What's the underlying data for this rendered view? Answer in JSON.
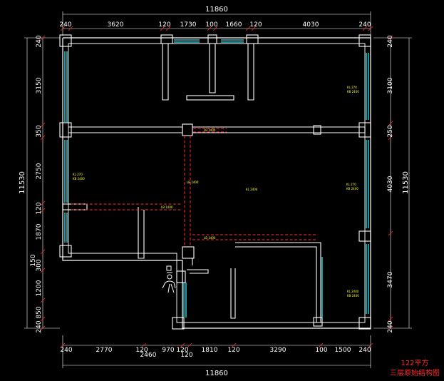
{
  "drawing": {
    "caption_line1": "122平方",
    "caption_line2": "三层原始结构图",
    "colors": {
      "wall": "#ffffff",
      "window": "#33e6ee",
      "beam": "#ff2a2a",
      "label": "#ffff33",
      "background": "#000000"
    },
    "top_overall": "11860",
    "top_dims": [
      "240",
      "3620",
      "120",
      "1730",
      "100",
      "1660",
      "120",
      "4030",
      "240"
    ],
    "bottom_overall": "11860",
    "bottom_dims": [
      "240",
      "2770",
      "120",
      "2460",
      "970",
      "120",
      "120",
      "1810",
      "120",
      "3290",
      "100",
      "1500",
      "240"
    ],
    "left_overall": "11530",
    "left_dims": [
      "240",
      "3150",
      "350",
      "2750",
      "120",
      "1870",
      "150",
      "300",
      "1200",
      "850",
      "240"
    ],
    "right_overall": "11530",
    "right_dims": [
      "240",
      "3100",
      "250",
      "4030",
      "3470",
      "240"
    ],
    "beam_labels": [
      "LB 1400",
      "LB 1400",
      "LB 1400",
      "LB 1400"
    ],
    "room_labels": [
      {
        "line1": "KL 270",
        "line2": "KB 2400"
      },
      {
        "line1": "KL 270",
        "line2": "KB 2400"
      },
      {
        "line1": "KL 270",
        "line2": "KB 2400"
      },
      {
        "line1": "KL 2400",
        "line2": ""
      },
      {
        "line1": "KL 2400",
        "line2": "KB 2400"
      }
    ],
    "center_label": "KL 2400",
    "stair_icon": "person-stair-icon"
  }
}
